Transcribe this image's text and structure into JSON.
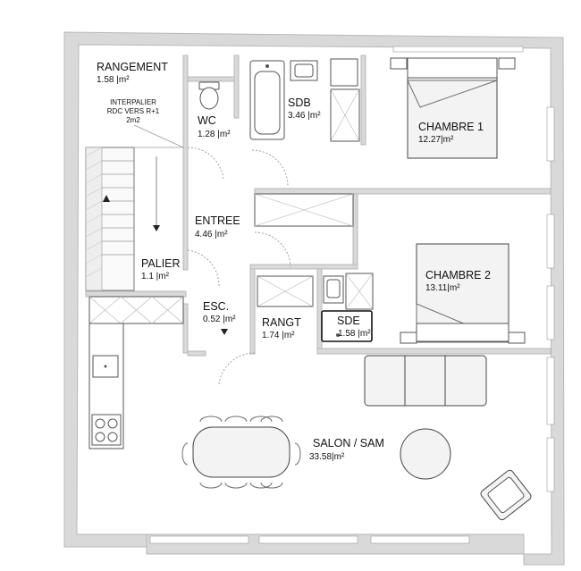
{
  "rooms": {
    "rangement": {
      "name": "RANGEMENT",
      "area": "1.58",
      "unit": "m²"
    },
    "interpalier": {
      "line1": "INTERPALIER",
      "line2": "RDC VERS R+1",
      "line3": "2m2"
    },
    "wc": {
      "name": "WC",
      "area": "1.28",
      "unit": "m²"
    },
    "sdb": {
      "name": "SDB",
      "area": "3.46",
      "unit": "m²"
    },
    "chambre1": {
      "name": "CHAMBRE 1",
      "area": "12.27",
      "unit": "m²"
    },
    "entree": {
      "name": "ENTREE",
      "area": "4.46",
      "unit": "m²"
    },
    "palier": {
      "name": "PALIER",
      "area": "1.1",
      "unit": "m²"
    },
    "chambre2": {
      "name": "CHAMBRE 2",
      "area": "13.11",
      "unit": "m²"
    },
    "esc": {
      "name": "ESC.",
      "area": "0.52",
      "unit": "m²"
    },
    "rangt": {
      "name": "RANGT",
      "area": "1.74",
      "unit": "m²"
    },
    "sde": {
      "name": "SDE",
      "area": "1.58",
      "unit": "m²"
    },
    "salon": {
      "name": "SALON / SAM",
      "area": "33.58",
      "unit": "m²"
    }
  },
  "colors": {
    "wall": "#d9d9d9",
    "line": "#6e6e6e",
    "furniture": "#f3f3f3"
  }
}
